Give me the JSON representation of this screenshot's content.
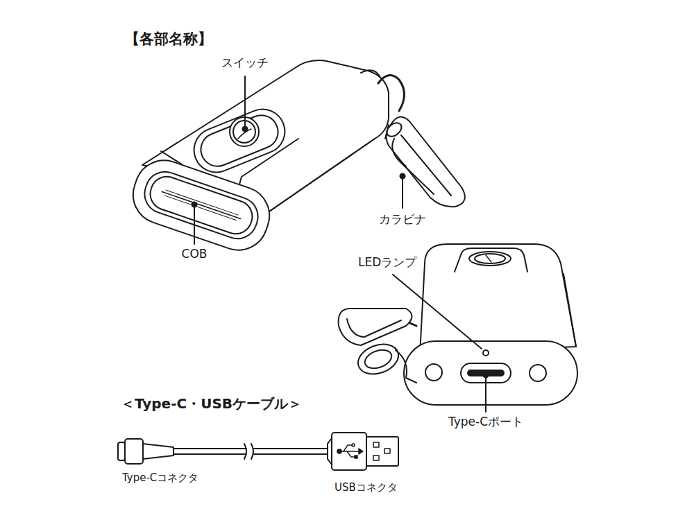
{
  "diagram": {
    "title": "【各部名称】",
    "labels": [
      "スイッチ",
      "カラビナ",
      "COB",
      "LEDランプ",
      "Type-Cポート",
      "＜Type-C・USBケーブル＞",
      "Type-Cコネクタ",
      "USBコネクタ"
    ]
  }
}
